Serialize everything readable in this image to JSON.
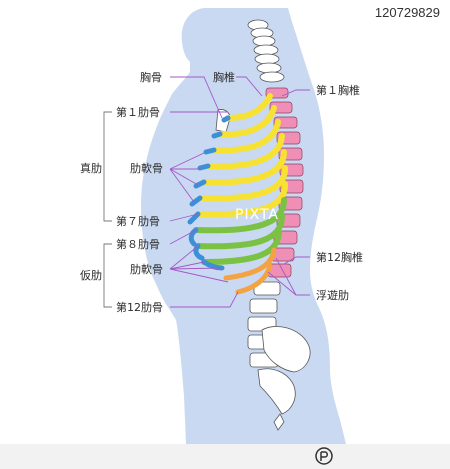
{
  "labels": {
    "sternum": "胸骨",
    "thoracic_vertebra": "胸椎",
    "first_thoracic": "第１胸椎",
    "first_rib": "第１肋骨",
    "true_ribs": "真肋",
    "costal_cartilage_upper": "肋軟骨",
    "seventh_rib": "第７肋骨",
    "eighth_rib": "第８肋骨",
    "false_ribs": "仮肋",
    "costal_cartilage_lower": "肋軟骨",
    "twelfth_rib": "第12肋骨",
    "twelfth_thoracic": "第12胸椎",
    "floating_ribs": "浮遊肋"
  },
  "watermark": "PIXTA",
  "footer": {
    "image_id": "120729829"
  },
  "colors": {
    "body": "#c9d9f2",
    "true_rib": "#f7e233",
    "false_rib": "#7bc143",
    "floating_rib": "#f3a341",
    "cartilage": "#3d8fd6",
    "vertebra_thoracic": "#f08fb6",
    "bone": "#ffffff",
    "leader": "#a35ac7"
  }
}
